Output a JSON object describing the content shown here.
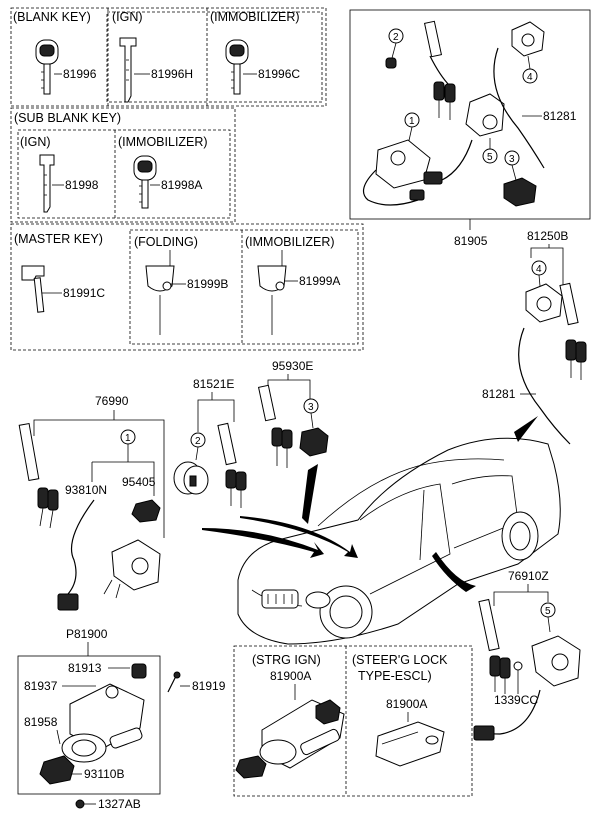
{
  "groups": {
    "blank_key": "(BLANK KEY)",
    "ign": "(IGN)",
    "immobilizer": "(IMMOBILIZER)",
    "sub_blank_key": "(SUB BLANK  KEY)",
    "sub_ign": "(IGN)",
    "sub_immobilizer": "(IMMOBILIZER)",
    "master_key": "(MASTER KEY)",
    "folding": "(FOLDING)",
    "master_immobilizer": "(IMMOBILIZER)",
    "strg_ign": "(STRG  IGN)",
    "steerg_lock_1": "(STEER'G LOCK",
    "steerg_lock_2": "TYPE-ESCL)"
  },
  "parts": {
    "p81996": "81996",
    "p81996H": "81996H",
    "p81996C": "81996C",
    "p81998": "81998",
    "p81998A": "81998A",
    "p81991C": "81991C",
    "p81999B": "81999B",
    "p81999A": "81999A",
    "p81905": "81905",
    "p81281_top": "81281",
    "p81250B": "81250B",
    "p81281_mid": "81281",
    "p95930E": "95930E",
    "p81521E": "81521E",
    "p76990": "76990",
    "p93810N": "93810N",
    "p95405": "95405",
    "p76910Z": "76910Z",
    "p1339CC": "1339CC",
    "pP81900": "P81900",
    "p81913": "81913",
    "p81937": "81937",
    "p81919": "81919",
    "p81958": "81958",
    "p93110B": "93110B",
    "p1327AB": "1327AB",
    "p81900A_ign": "81900A",
    "p81900A_lock": "81900A"
  },
  "callouts": {
    "c1_top": "1",
    "c2_top": "2",
    "c3_top": "3",
    "c4_top": "4",
    "c5_top": "5",
    "c4_mid": "4",
    "c3_mid": "3",
    "c2_mid": "2",
    "c1_left": "1",
    "c5_right": "5"
  }
}
